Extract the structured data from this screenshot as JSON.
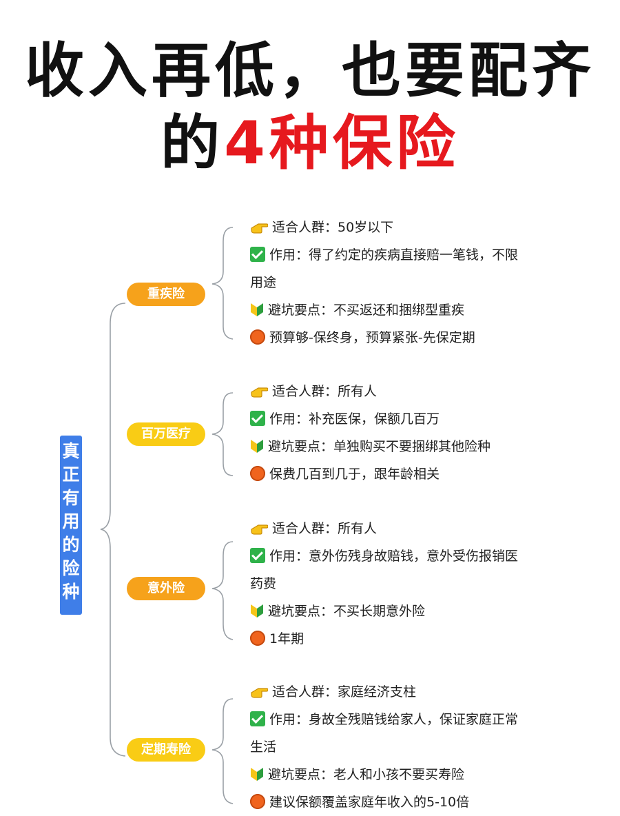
{
  "title": {
    "line1": "收入再低，也要配齐",
    "line2_prefix": "的",
    "line2_accent": "4种保险"
  },
  "root": {
    "chars": [
      "真",
      "正",
      "有",
      "用",
      "的",
      "险",
      "种"
    ]
  },
  "branches": [
    {
      "label": "重疾险",
      "color": "#f6a21b",
      "items": [
        {
          "icon": "pointing-hand-icon",
          "lines": [
            "适合人群：50岁以下"
          ]
        },
        {
          "icon": "check-mark-icon",
          "lines": [
            "作用：得了约定的疾病直接赔一笔钱，不限",
            "用途"
          ]
        },
        {
          "icon": "beginner-shield-icon",
          "lines": [
            "避坑要点：不买返还和捆绑型重疾"
          ]
        },
        {
          "icon": "orange-circle-icon",
          "lines": [
            "预算够-保终身，预算紧张-先保定期"
          ]
        }
      ]
    },
    {
      "label": "百万医疗",
      "color": "#f9cc15",
      "items": [
        {
          "icon": "pointing-hand-icon",
          "lines": [
            "适合人群：所有人"
          ]
        },
        {
          "icon": "check-mark-icon",
          "lines": [
            "作用：补充医保，保额几百万"
          ]
        },
        {
          "icon": "beginner-shield-icon",
          "lines": [
            "避坑要点：单独购买不要捆绑其他险种"
          ]
        },
        {
          "icon": "orange-circle-icon",
          "lines": [
            "保费几百到几于，跟年龄相关"
          ]
        }
      ]
    },
    {
      "label": "意外险",
      "color": "#f6a21b",
      "items": [
        {
          "icon": "pointing-hand-icon",
          "lines": [
            "适合人群：所有人"
          ]
        },
        {
          "icon": "check-mark-icon",
          "lines": [
            "作用：意外伤残身故赔钱，意外受伤报销医",
            "药费"
          ]
        },
        {
          "icon": "beginner-shield-icon",
          "lines": [
            "避坑要点：不买长期意外险"
          ]
        },
        {
          "icon": "orange-circle-icon",
          "lines": [
            "1年期"
          ]
        }
      ]
    },
    {
      "label": "定期寿险",
      "color": "#f9cc15",
      "items": [
        {
          "icon": "pointing-hand-icon",
          "lines": [
            "适合人群：家庭经济支柱"
          ]
        },
        {
          "icon": "check-mark-icon",
          "lines": [
            "作用：身故全残赔钱给家人，保证家庭正常",
            "生活"
          ]
        },
        {
          "icon": "beginner-shield-icon",
          "lines": [
            "避坑要点：老人和小孩不要买寿险"
          ]
        },
        {
          "icon": "orange-circle-icon",
          "lines": [
            "建议保额覆盖家庭年收入的5-10倍"
          ]
        }
      ]
    }
  ]
}
